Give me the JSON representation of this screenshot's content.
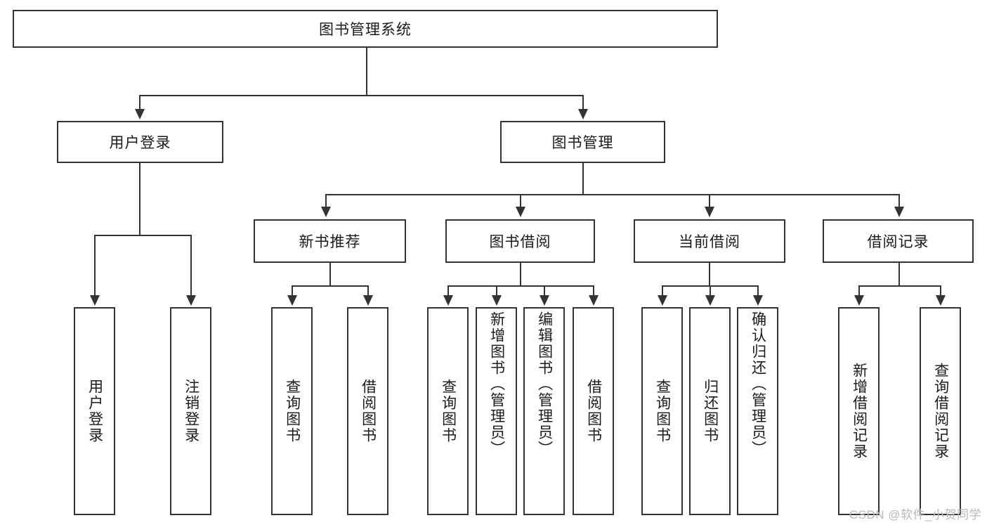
{
  "diagram": {
    "type": "tree-hierarchy-chart",
    "title": "图书管理系统",
    "orientation": "top-down",
    "colors": {
      "box_border": "#333333",
      "box_fill": "#ffffff",
      "connector": "#333333",
      "text": "#1a1a1a",
      "watermark": "#b9b9b9",
      "background": "#ffffff"
    },
    "root": {
      "label": "图书管理系统"
    },
    "level2": [
      {
        "label": "用户登录"
      },
      {
        "label": "图书管理"
      }
    ],
    "level3": [
      {
        "label": "新书推荐"
      },
      {
        "label": "图书借阅"
      },
      {
        "label": "当前借阅"
      },
      {
        "label": "借阅记录"
      }
    ],
    "leaves": {
      "user_login": [
        {
          "label": "用户登录"
        },
        {
          "label": "注销登录"
        }
      ],
      "new_book_recommend": [
        {
          "label": "查询图书"
        },
        {
          "label": "借阅图书"
        }
      ],
      "book_borrow": [
        {
          "label": "查询图书"
        },
        {
          "label": "新增图书（管理员）"
        },
        {
          "label": "编辑图书（管理员）"
        },
        {
          "label": "借阅图书"
        }
      ],
      "current_borrow": [
        {
          "label": "查询图书"
        },
        {
          "label": "归还图书"
        },
        {
          "label": "确认归还（管理员）"
        }
      ],
      "borrow_record": [
        {
          "label": "新增借阅记录"
        },
        {
          "label": "查询借阅记录"
        }
      ]
    }
  },
  "watermark": {
    "text": "CSDN @软件_小贺同学"
  }
}
